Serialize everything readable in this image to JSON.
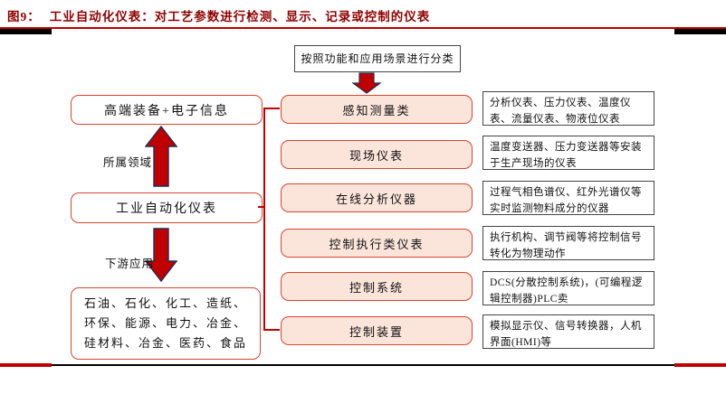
{
  "title": {
    "prefix": "图9：",
    "text": "工业自动化仪表：对工艺参数进行检测、显示、记录或控制的仪表"
  },
  "colors": {
    "title_red": "#8F0000",
    "rule_red": "#C00000",
    "box_border_red": "#D9442F",
    "pink_fill": "#FBE5DB",
    "arrow_red": "#C00000",
    "arrow_outline": "#1F2F52",
    "line_black": "#000000"
  },
  "left_flow": {
    "top_box": "高端装备+电子信息",
    "up_arrow_label": "所属领域",
    "center_box": "工业自动化仪表",
    "down_arrow_label": "下游应用",
    "bottom_box": "石油、石化、化工、造纸、环保、能源、电力、冶金、硅材料、冶金、医药、食品"
  },
  "classification": {
    "header_box": "按照功能和应用场景进行分类",
    "categories": [
      {
        "label": "感知测量类",
        "description": "分析仪表、压力仪表、温度仪表、流量仪表、物液位仪表"
      },
      {
        "label": "现场仪表",
        "description": "温度变送器、压力变送器等安装于生产现场的仪表"
      },
      {
        "label": "在线分析仪器",
        "description": "过程气相色谱仪、红外光谱仪等实时监测物料成分的仪器"
      },
      {
        "label": "控制执行类仪表",
        "description": "执行机构、调节阀等将控制信号转化为物理动作"
      },
      {
        "label": "控制系统",
        "description": "DCS(分散控制系统)，(可编程逻辑控制器)PLC卖"
      },
      {
        "label": "控制装置",
        "description": "模拟显示仪、信号转换器，人机界面(HMI)等"
      }
    ]
  }
}
